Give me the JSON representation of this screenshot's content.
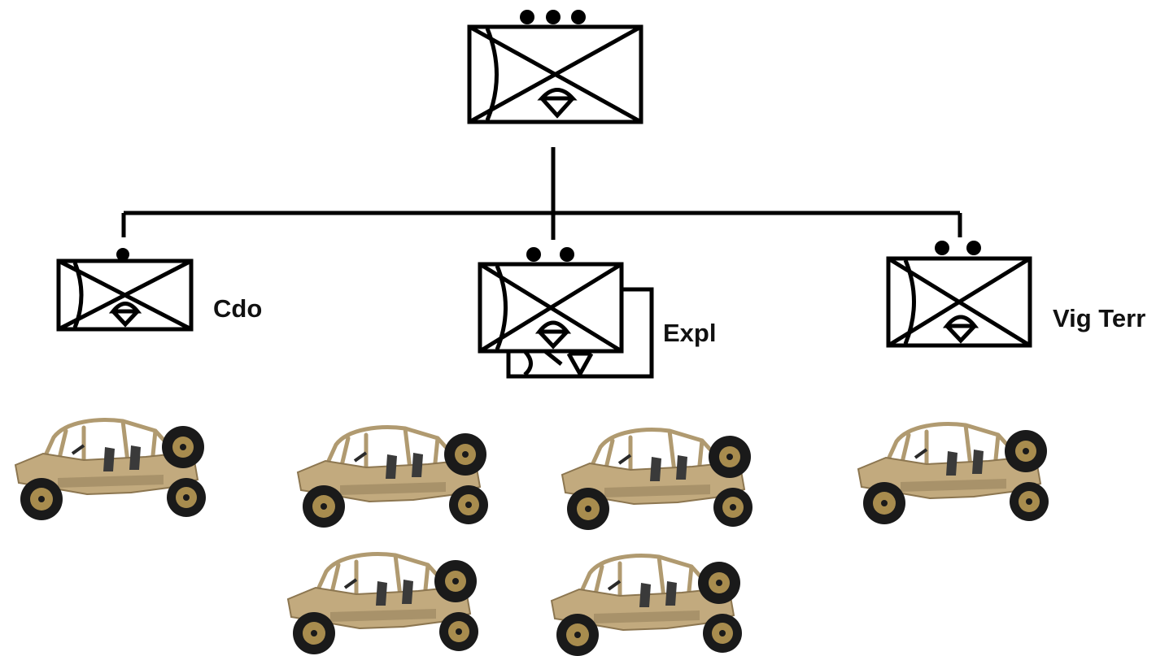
{
  "colors": {
    "stroke": "#000000",
    "background": "#ffffff",
    "vehicle_body": "#c2aa7e",
    "vehicle_dark": "#8c7650",
    "tire": "#1a1a1a",
    "rim": "#a88c4e"
  },
  "diagram": {
    "root": {
      "echelon_dots": 3
    },
    "subunits": [
      {
        "label": "Cdo",
        "echelon_dots": 1,
        "stacked": false,
        "vehicle_count": 1
      },
      {
        "label": "Expl",
        "echelon_dots": 2,
        "stacked": true,
        "vehicle_count": 4
      },
      {
        "label": "Vig Terr",
        "echelon_dots": 2,
        "stacked": false,
        "vehicle_count": 1
      }
    ],
    "vehicle_icon": "light-tactical-buggy-icon"
  }
}
